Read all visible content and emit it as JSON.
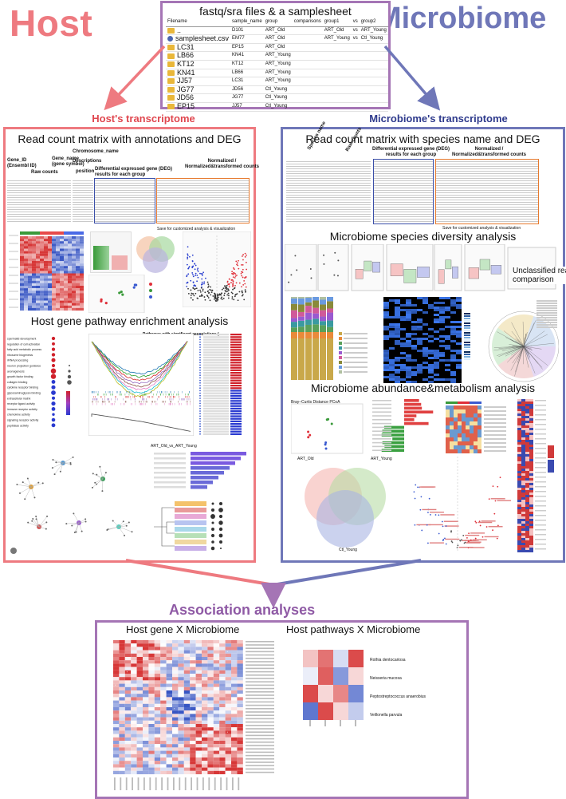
{
  "titles": {
    "host": "Host",
    "microbiome": "Microbiome"
  },
  "samplesheet": {
    "title": "fastq/sra files & a samplesheet",
    "headers": [
      "Filename",
      "sample_name",
      "group",
      "comparisons",
      "group1",
      "vs",
      "group2"
    ],
    "rows": [
      {
        "file": "..",
        "type": "folder",
        "sample": "D101",
        "group": "ART_Old",
        "g1": "ART_Old",
        "vs": "vs",
        "g2": "ART_Young"
      },
      {
        "file": "samplesheet.csv",
        "type": "file",
        "sample": "EM77",
        "group": "ART_Old",
        "g1": "ART_Young",
        "vs": "vs",
        "g2": "Ctl_Young"
      },
      {
        "file": "LC31",
        "type": "folder",
        "sample": "EP15",
        "group": "ART_Old",
        "g1": "",
        "vs": "",
        "g2": ""
      },
      {
        "file": "LB66",
        "type": "folder",
        "sample": "KN41",
        "group": "ART_Young",
        "g1": "",
        "vs": "",
        "g2": ""
      },
      {
        "file": "KT12",
        "type": "folder",
        "sample": "KT12",
        "group": "ART_Young",
        "g1": "",
        "vs": "",
        "g2": ""
      },
      {
        "file": "KN41",
        "type": "folder",
        "sample": "LB66",
        "group": "ART_Young",
        "g1": "",
        "vs": "",
        "g2": ""
      },
      {
        "file": "JJ57",
        "type": "folder",
        "sample": "LC31",
        "group": "ART_Young",
        "g1": "",
        "vs": "",
        "g2": ""
      },
      {
        "file": "JG77",
        "type": "folder",
        "sample": "JD56",
        "group": "Ctl_Young",
        "g1": "",
        "vs": "",
        "g2": ""
      },
      {
        "file": "JD56",
        "type": "folder",
        "sample": "JG77",
        "group": "Ctl_Young",
        "g1": "",
        "vs": "",
        "g2": ""
      },
      {
        "file": "EP15",
        "type": "folder",
        "sample": "JJ57",
        "group": "Ctl_Young",
        "g1": "",
        "vs": "",
        "g2": ""
      }
    ]
  },
  "host": {
    "panel_title": "Host's transcriptome",
    "section1": "Read count matrix with annotations and DEG",
    "labels": {
      "gene_id": "Gene_ID\n(Ensembl ID)",
      "raw_counts": "Raw counts",
      "chromosome": "Chromosome_name",
      "gene_name": "Gene_name\n(gene symbol)",
      "descriptions": "Descriptions",
      "position": "position",
      "deg": "Differential expressed gene (DEG)\nresults for each group",
      "normalized": "Normalized /\nNormalized&transformed counts",
      "save": "Save for customized analysis & visualization"
    },
    "section2": "Host gene pathway enrichment analysis",
    "pathway_note": "Pathways with significant associations (-log(pval)>log(padj))",
    "gsea_title": "ART_Old_vs_ART_Young",
    "dot_plot_terms": [
      "spermatid development",
      "regulation of cell activation",
      "fatty acid metabolic process",
      "ribosome biogenesis",
      "rRNA processing",
      "neuron projection guidance",
      "axonogenesis",
      "growth factor binding",
      "collagen binding",
      "cytokine receptor binding",
      "glycosaminoglycan binding",
      "extracellular matrix",
      "receptor ligand activity",
      "immune receptor activity",
      "chemokine activity",
      "signaling receptor activity",
      "peptidase activity"
    ]
  },
  "microbiome": {
    "panel_title": "Microbiome's transcriptome",
    "section1": "Read count matrix with species name and DEG",
    "labels": {
      "species_name": "Species name",
      "raw_counts": "Raw counts",
      "deg": "Differential expressed gene (DEG)\nresults for each group",
      "normalized": "Normalized /\nNormalized&transformed counts",
      "save": "Save for customized analysis & visualization"
    },
    "section2": "Microbiome species diversity analysis",
    "unclassified": "Unclassified reads\ncomparison",
    "section3": "Microbiome abundance&metabolism analysis",
    "venn_labels": [
      "ART_Old",
      "ART_Young",
      "Ctl_Young"
    ],
    "pcoa_title": "Bray–Curtis Distance PCoA"
  },
  "association": {
    "title": "Association analyses",
    "left_title": "Host gene X Microbiome",
    "right_title": "Host pathways X Microbiome",
    "right_taxa": [
      "Rothia dentocariosa",
      "Neisseria mucosa",
      "Peptostreptococcus anaerobius",
      "Veillonella parvula"
    ]
  },
  "colors": {
    "host": "#ee7a80",
    "microbiome": "#6f77b8",
    "association": "#a575b5",
    "host_label": "#e0474f",
    "micro_label": "#2e3a8c",
    "blue_hl": "#3b4fa8",
    "orange_hl": "#e67a2e"
  }
}
